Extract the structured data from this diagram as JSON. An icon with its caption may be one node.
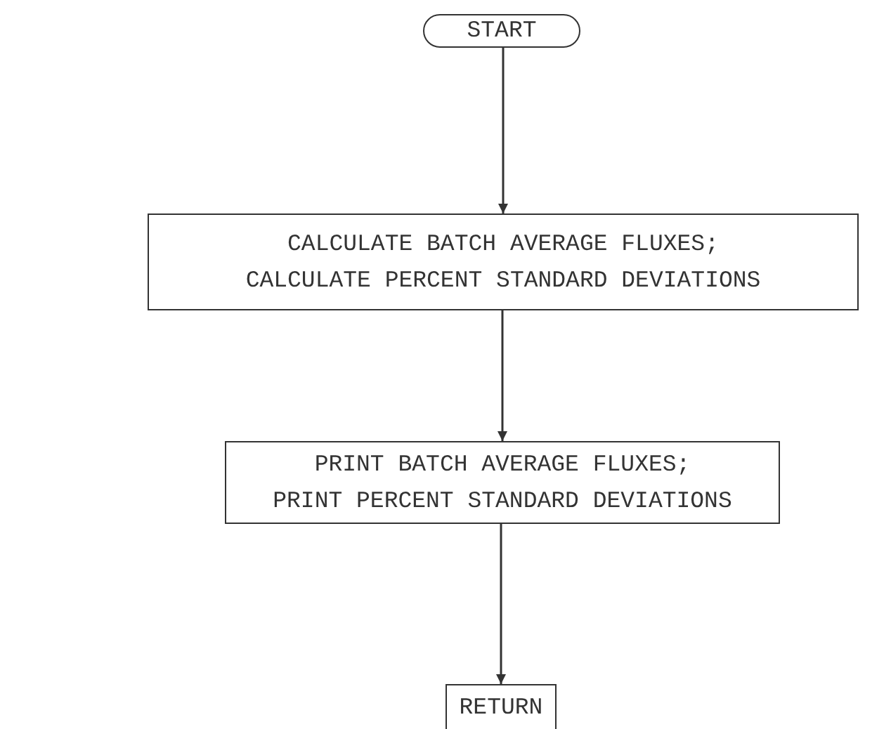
{
  "diagram": {
    "nodes": [
      {
        "text": [
          "START"
        ]
      },
      {
        "text": [
          "CALCULATE BATCH AVERAGE FLUXES;",
          "CALCULATE PERCENT STANDARD DEVIATIONS"
        ]
      },
      {
        "text": [
          "PRINT BATCH AVERAGE FLUXES;",
          "PRINT PERCENT STANDARD DEVIATIONS"
        ]
      },
      {
        "text": [
          "RETURN"
        ]
      }
    ],
    "edges": [
      {
        "from": 0,
        "to": 1,
        "arrow": "to"
      },
      {
        "from": 1,
        "to": 2,
        "arrow": "to"
      },
      {
        "from": 2,
        "to": 3,
        "arrow": "to"
      }
    ]
  }
}
